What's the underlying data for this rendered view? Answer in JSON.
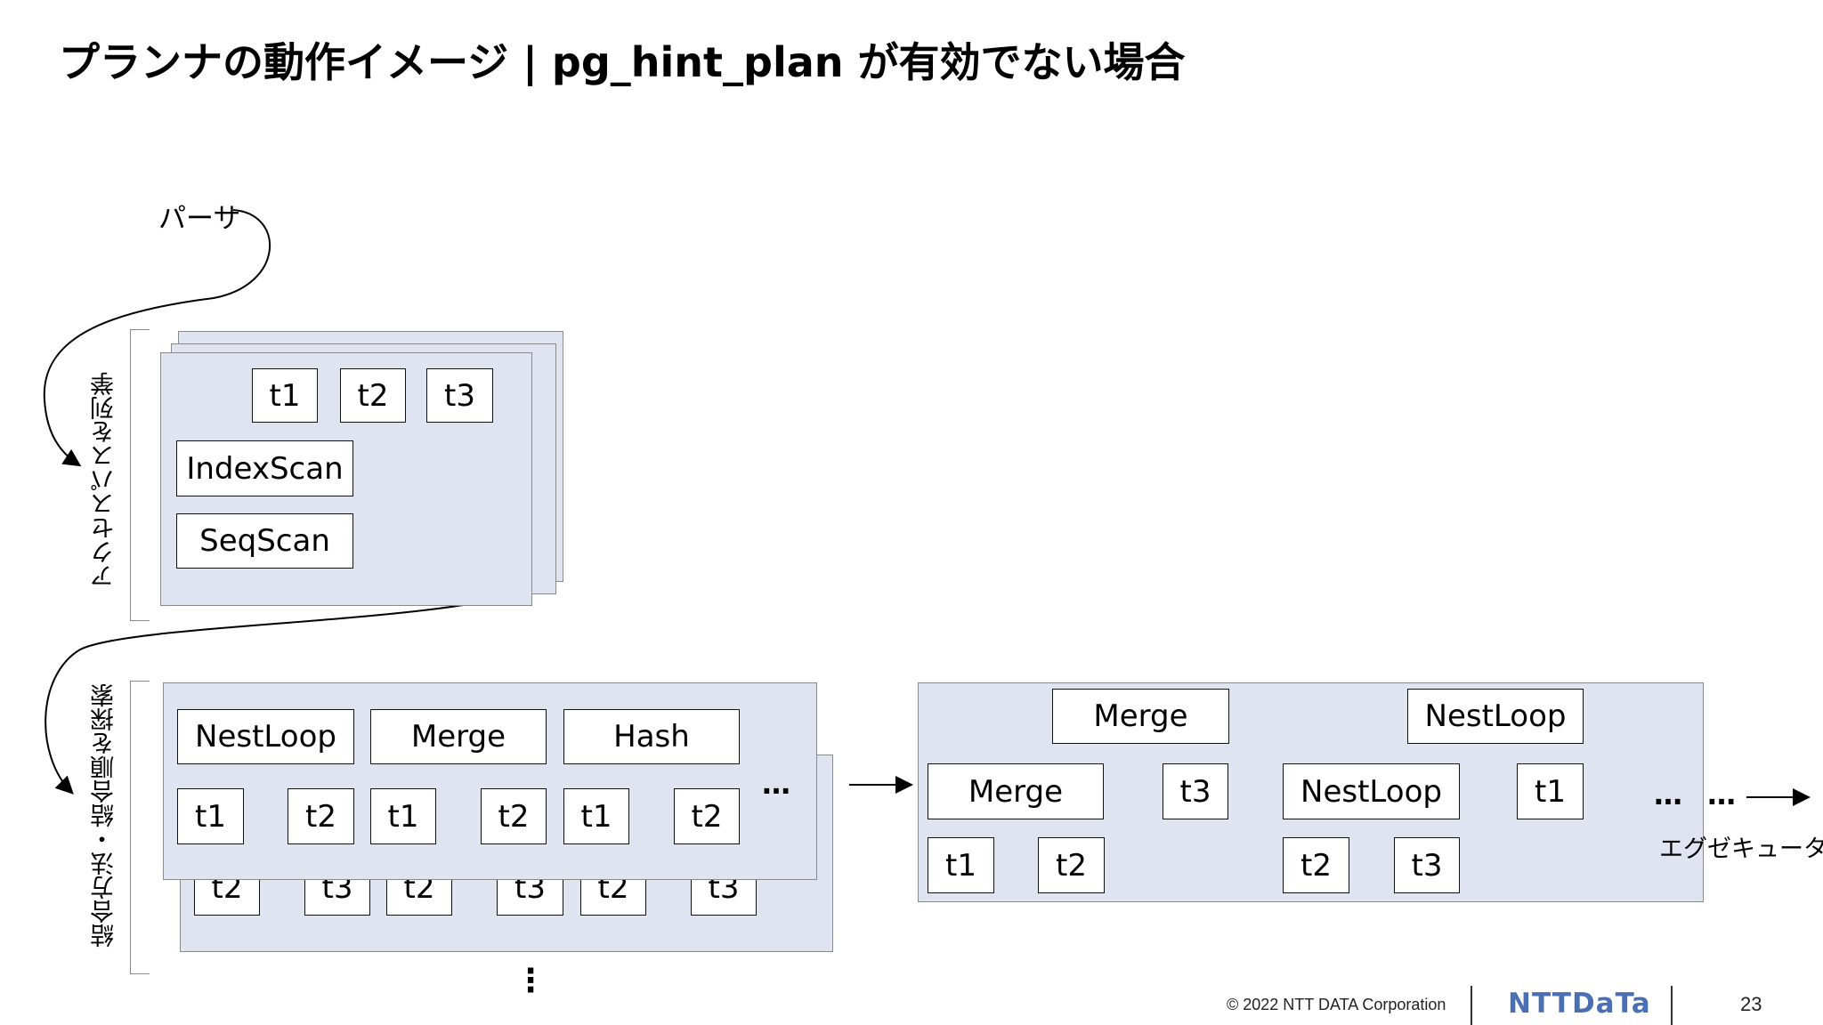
{
  "slide": {
    "title": "プランナの動作イメージ | pg_hint_plan が有効でない場合",
    "parser_label": "パーサ",
    "access_label": "アクセスパスを列挙",
    "join_label": "結合方法・結合順を探索",
    "executor_label": "エグゼキュータへ",
    "ellipsis": "…",
    "vertical_ellipsis": "⋮"
  },
  "access_paths": {
    "tables": [
      "t1",
      "t2",
      "t3"
    ],
    "index_scan": "IndexScan",
    "seq_scan": "SeqScan"
  },
  "join_search": {
    "back_row": [
      "t2",
      "t3",
      "t2",
      "t3",
      "t2",
      "t3"
    ],
    "front": [
      {
        "method": "NestLoop",
        "left": "t1",
        "right": "t2"
      },
      {
        "method": "Merge",
        "left": "t1",
        "right": "t2"
      },
      {
        "method": "Hash",
        "left": "t1",
        "right": "t2"
      }
    ]
  },
  "plans": {
    "plan1": {
      "root": "Merge",
      "child": "Merge",
      "leaf_a": "t1",
      "leaf_b": "t2",
      "side": "t3"
    },
    "plan2": {
      "root": "NestLoop",
      "child": "NestLoop",
      "leaf_a": "t2",
      "leaf_b": "t3",
      "side": "t1"
    }
  },
  "footer": {
    "copyright": "© 2022 NTT DATA Corporation",
    "logo": "NTTDaTa",
    "page": "23"
  }
}
